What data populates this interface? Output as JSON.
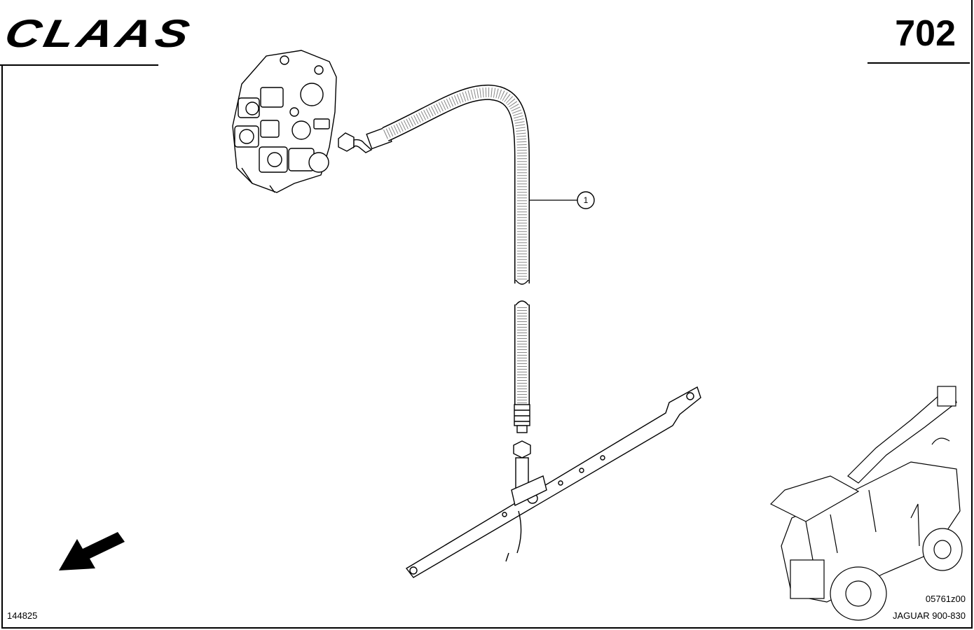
{
  "header": {
    "brand": "CLAAS",
    "page_number": "702"
  },
  "footer": {
    "document_code": "144825",
    "drawing_code": "05761z00",
    "model": "JAGUAR 900-830"
  },
  "callouts": [
    {
      "label": "1"
    }
  ],
  "icons": {
    "direction": "direction-arrow-icon",
    "machine": "forage-harvester-icon"
  }
}
